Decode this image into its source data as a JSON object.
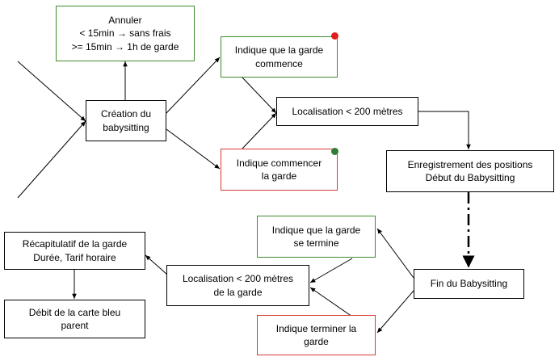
{
  "colors": {
    "box_border": "#000000",
    "green_border": "#3f8a2e",
    "red_border": "#d63a34",
    "dot_red": "#e01e1e",
    "dot_green": "#2e7d32"
  },
  "nodes": {
    "annuler": "Annuler\n< 15min → sans frais\n>= 15min → 1h de garde",
    "creation": "Création du\nbabysitting",
    "indique_commence": "Indique que la garde\ncommence",
    "indique_commencer": "Indique commencer\nla garde",
    "localisation_start": "Localisation < 200 mètres",
    "enregistrement": "Enregistrement des positions\nDébut du Babysitting",
    "indique_termine": "Indique que la garde\nse termine",
    "indique_terminer": "Indique terminer la\ngarde",
    "fin": "Fin du Babysitting",
    "localisation_end": "Localisation < 200 mètres\nde la garde",
    "recapitulatif": "Récapitulatif de la garde\nDurée, Tarif horaire",
    "debit": "Débit de la carte bleu\nparent"
  }
}
